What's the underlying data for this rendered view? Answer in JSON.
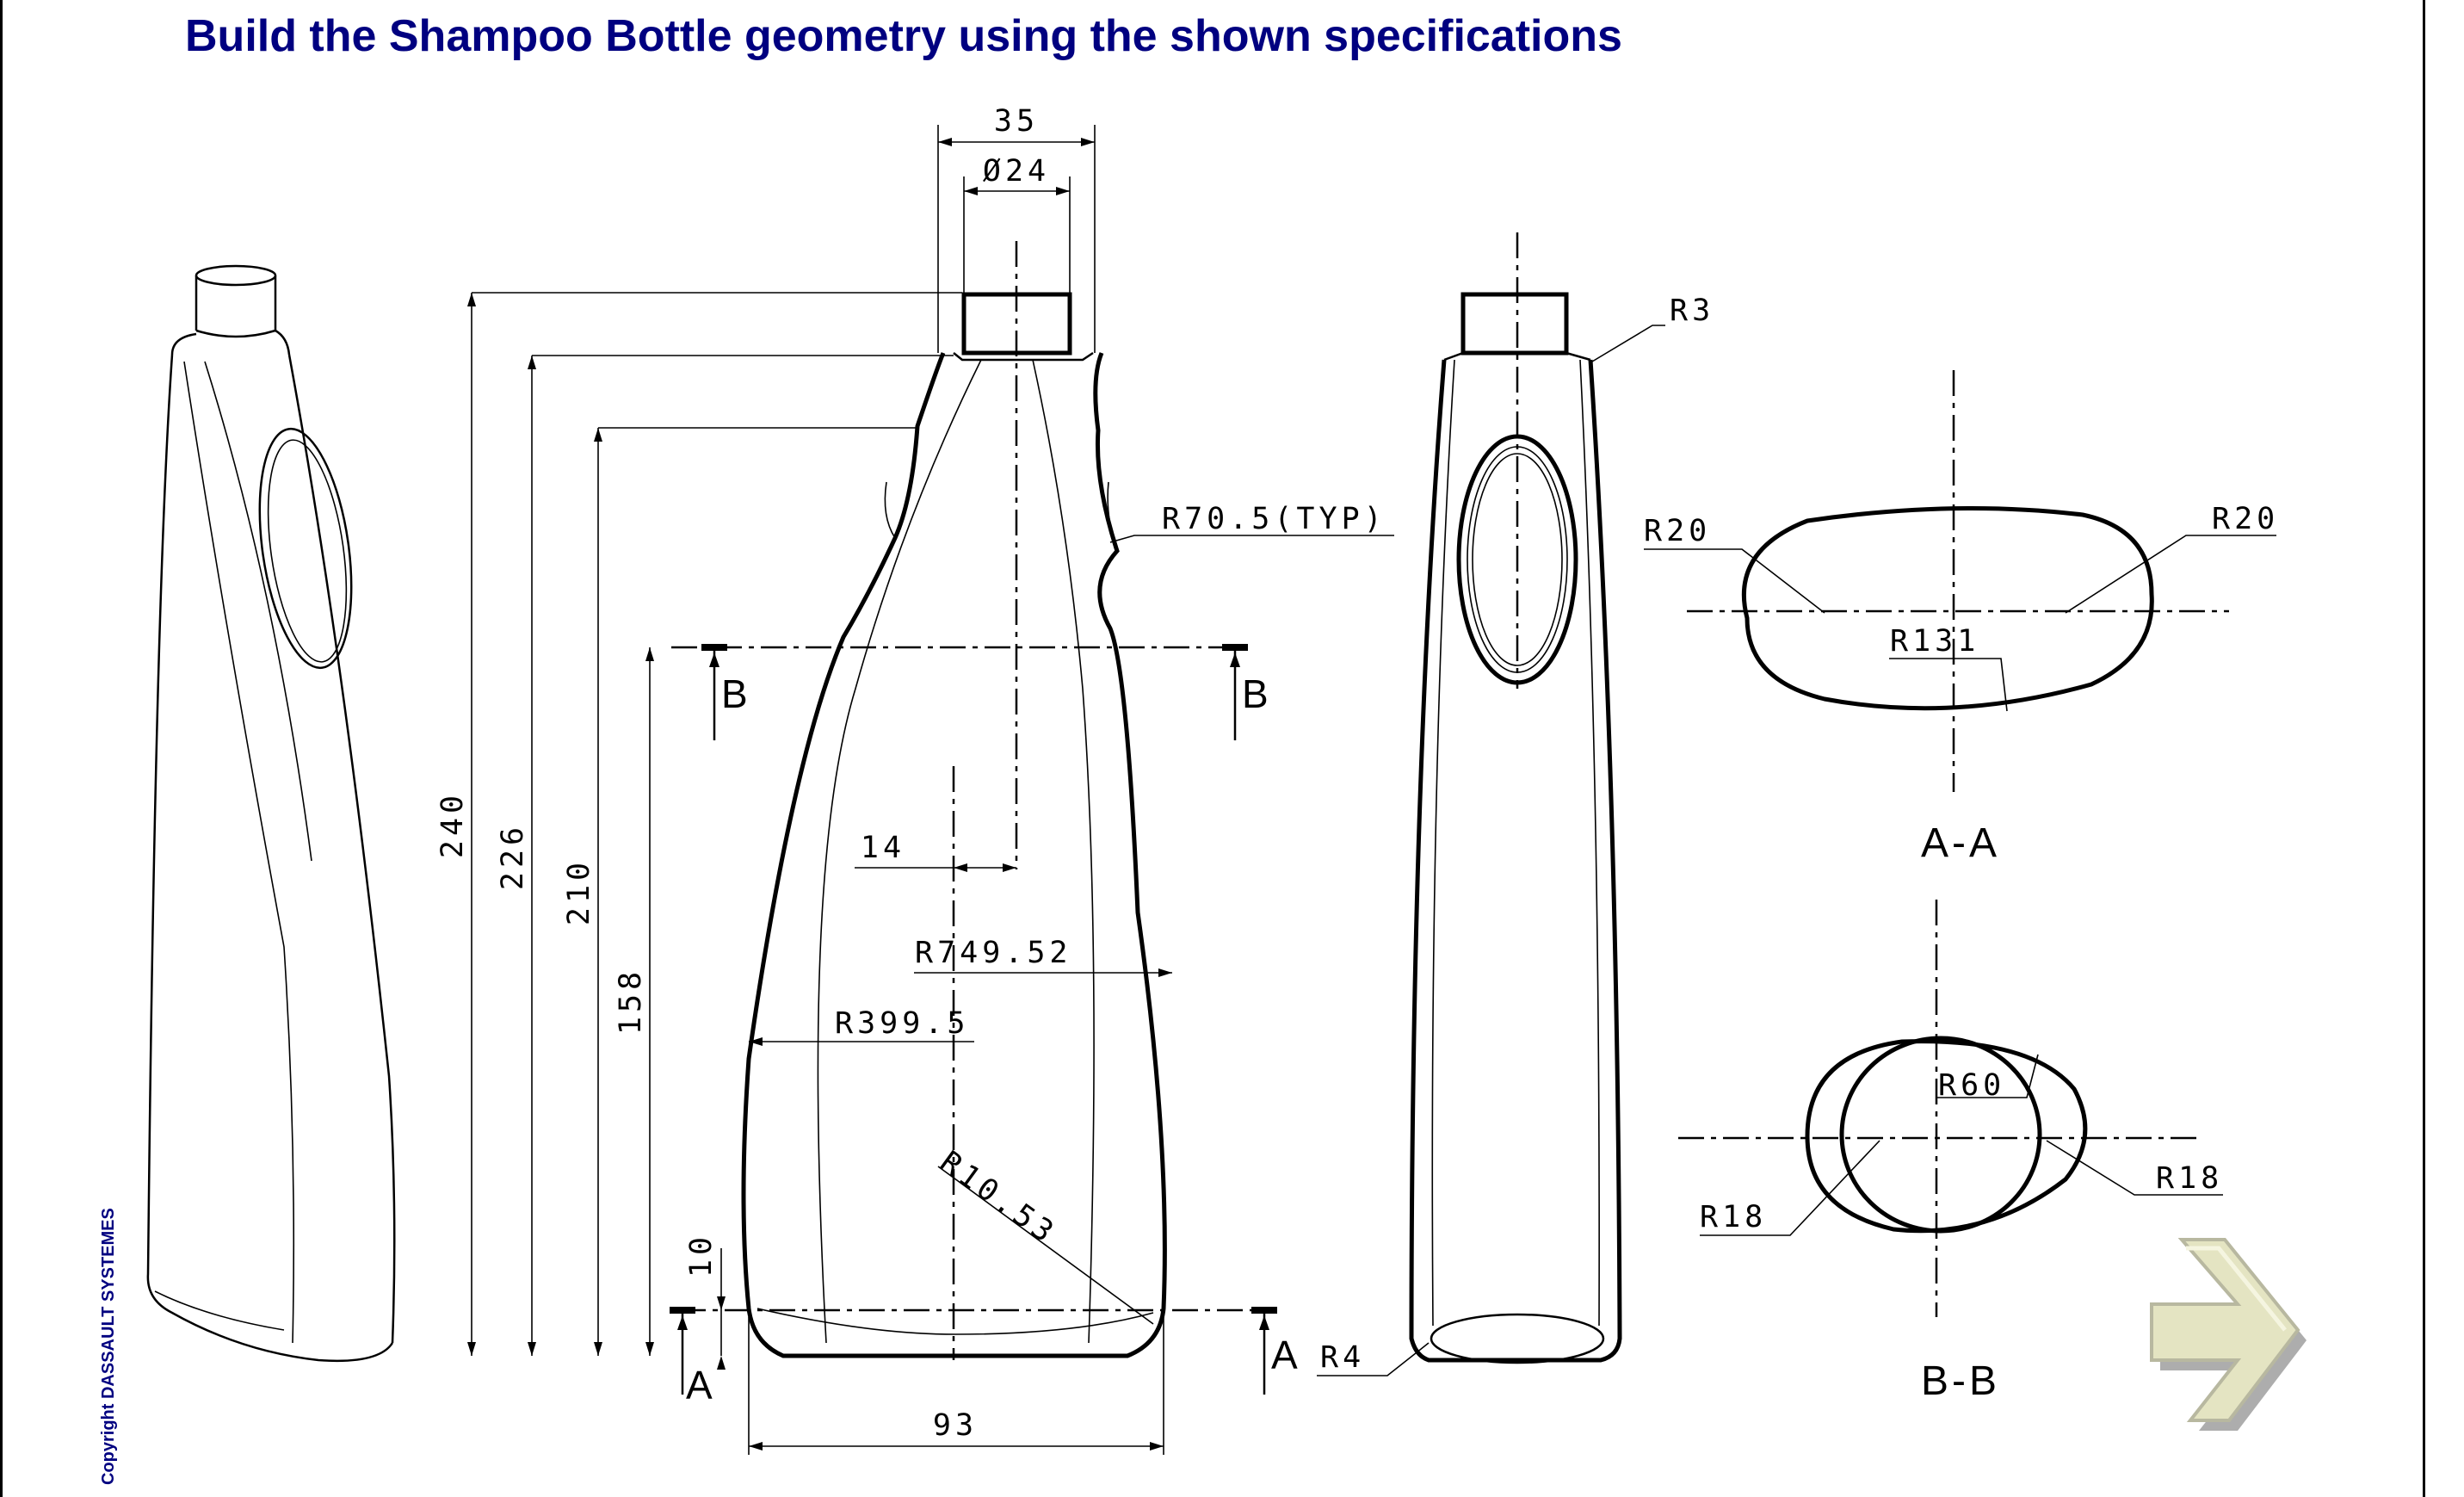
{
  "title": "Build the Shampoo Bottle geometry using the shown specifications",
  "copyright": "Copyright DASSAULT SYSTEMES",
  "icons": {
    "next": "next-arrow-icon"
  },
  "dimensions": {
    "d35": "35",
    "d24": "Ø24",
    "d240": "240",
    "d226": "226",
    "d210": "210",
    "d158": "158",
    "d10": "10",
    "d14": "14",
    "d93": "93",
    "r70": "R70.5(TYP)",
    "r749": "R749.52",
    "r399": "R399.5",
    "r10": "R10.53",
    "r4": "R4",
    "r3": "R3",
    "aa_r20_left": "R20",
    "aa_r20_right": "R20",
    "aa_r131": "R131",
    "bb_r60": "R60",
    "bb_r18_left": "R18",
    "bb_r18_right": "R18"
  },
  "labels": {
    "section_aa": "A-A",
    "section_bb": "B-B",
    "a_left": "A",
    "a_right": "A",
    "b_left": "B",
    "b_right": "B"
  }
}
